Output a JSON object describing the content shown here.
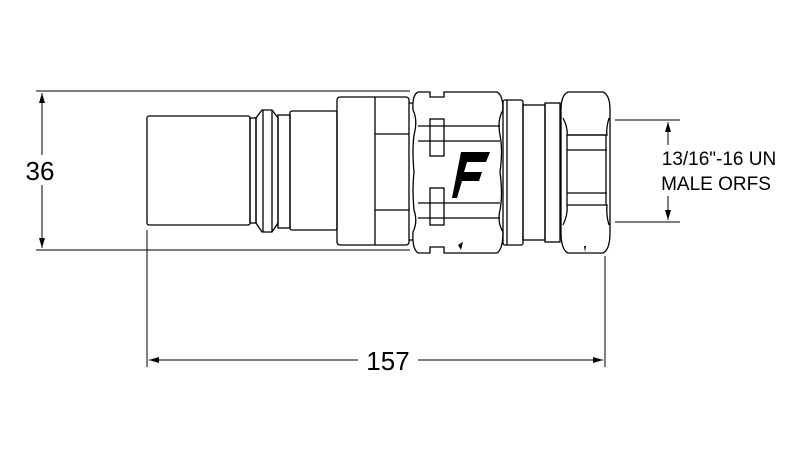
{
  "dimensions": {
    "height_label": "36",
    "length_label": "157",
    "thread_line1": "13/16\"-16 UN",
    "thread_line2": "MALE ORFS"
  },
  "logo": {
    "letter": "F"
  },
  "colors": {
    "line": "#000000",
    "background": "#ffffff"
  }
}
